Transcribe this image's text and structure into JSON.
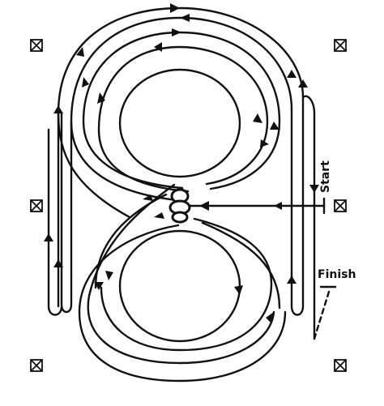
{
  "labels": {
    "start": "Start",
    "finish": "Finish"
  },
  "markers": {
    "count": 6,
    "icon": "boxed-x-marker"
  },
  "center_obstacle": {
    "icon": "cone-cluster"
  },
  "colors": {
    "line": "#111111",
    "background": "#ffffff"
  }
}
